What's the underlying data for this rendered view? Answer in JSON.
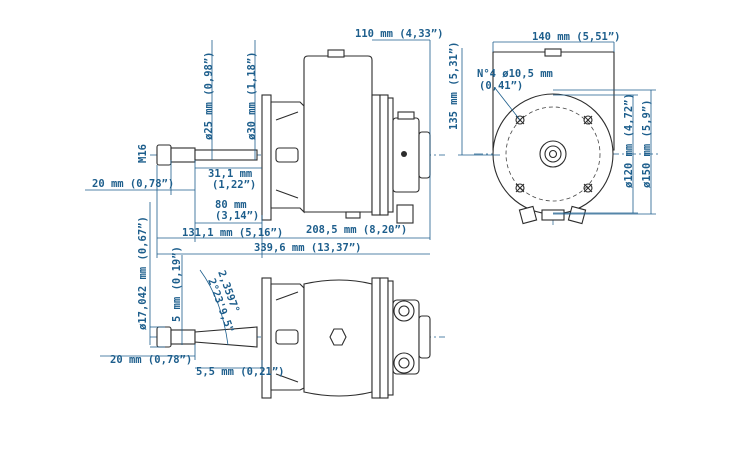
{
  "dimensions": {
    "top_110": "110 mm (4,33”)",
    "top_140": "140 mm (5,51”)",
    "top_135": "135 mm (5,31”)",
    "hole_spec": "N°4 ø10,5 mm",
    "hole_spec_in": "(0,41”)",
    "d25": "ø25 mm (0,98”)",
    "d30": "ø30 mm (1,18”)",
    "m16": "M16",
    "len_31": "31,1 mm",
    "len_31_in": "(1,22”)",
    "len_20_top": "20 mm (0,78”)",
    "len_80": "80 mm",
    "len_80_in": "(3,14”)",
    "len_131": "131,1 mm (5,16”)",
    "len_208": "208,5 mm (8,20”)",
    "len_339": "339,6 mm (13,37”)",
    "d120": "ø120 mm (4,72”)",
    "d150": "ø150 mm (5,9”)",
    "d17": "ø17,042 mm (0,67”)",
    "len_5": "5 mm (0,19”)",
    "angle_a": "2,3597°",
    "angle_b": "2°23'9,5\"",
    "len_20_bottom": "20 mm (0,78”)",
    "len_5_5": "5,5 mm (0,21”)"
  }
}
